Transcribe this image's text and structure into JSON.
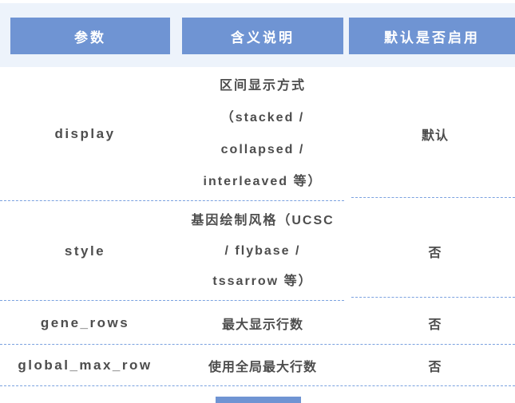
{
  "colors": {
    "header_cell_blue": "#6f94d3",
    "header_band_bg": "#edf3fb",
    "dash_blue": "#7ba2e0",
    "body_text": "#4d4d4d",
    "header_text": "#ffffff"
  },
  "table": {
    "headers": [
      {
        "label": "参数"
      },
      {
        "label": "含义说明"
      },
      {
        "label": "默认是否启用"
      }
    ],
    "rows": [
      {
        "param": "display",
        "desc_lines": [
          "区间显示方式",
          "（stacked /",
          "collapsed /",
          "interleaved 等）"
        ],
        "default": "默认"
      },
      {
        "param": "style",
        "desc_lines": [
          "基因绘制风格（UCSC",
          "/ flybase /",
          "tssarrow 等）"
        ],
        "default": "否"
      },
      {
        "param": "gene_rows",
        "desc_lines": [
          "最大显示行数"
        ],
        "default": "否"
      },
      {
        "param": "global_max_row",
        "desc_lines": [
          "使用全局最大行数"
        ],
        "default": "否"
      }
    ]
  }
}
